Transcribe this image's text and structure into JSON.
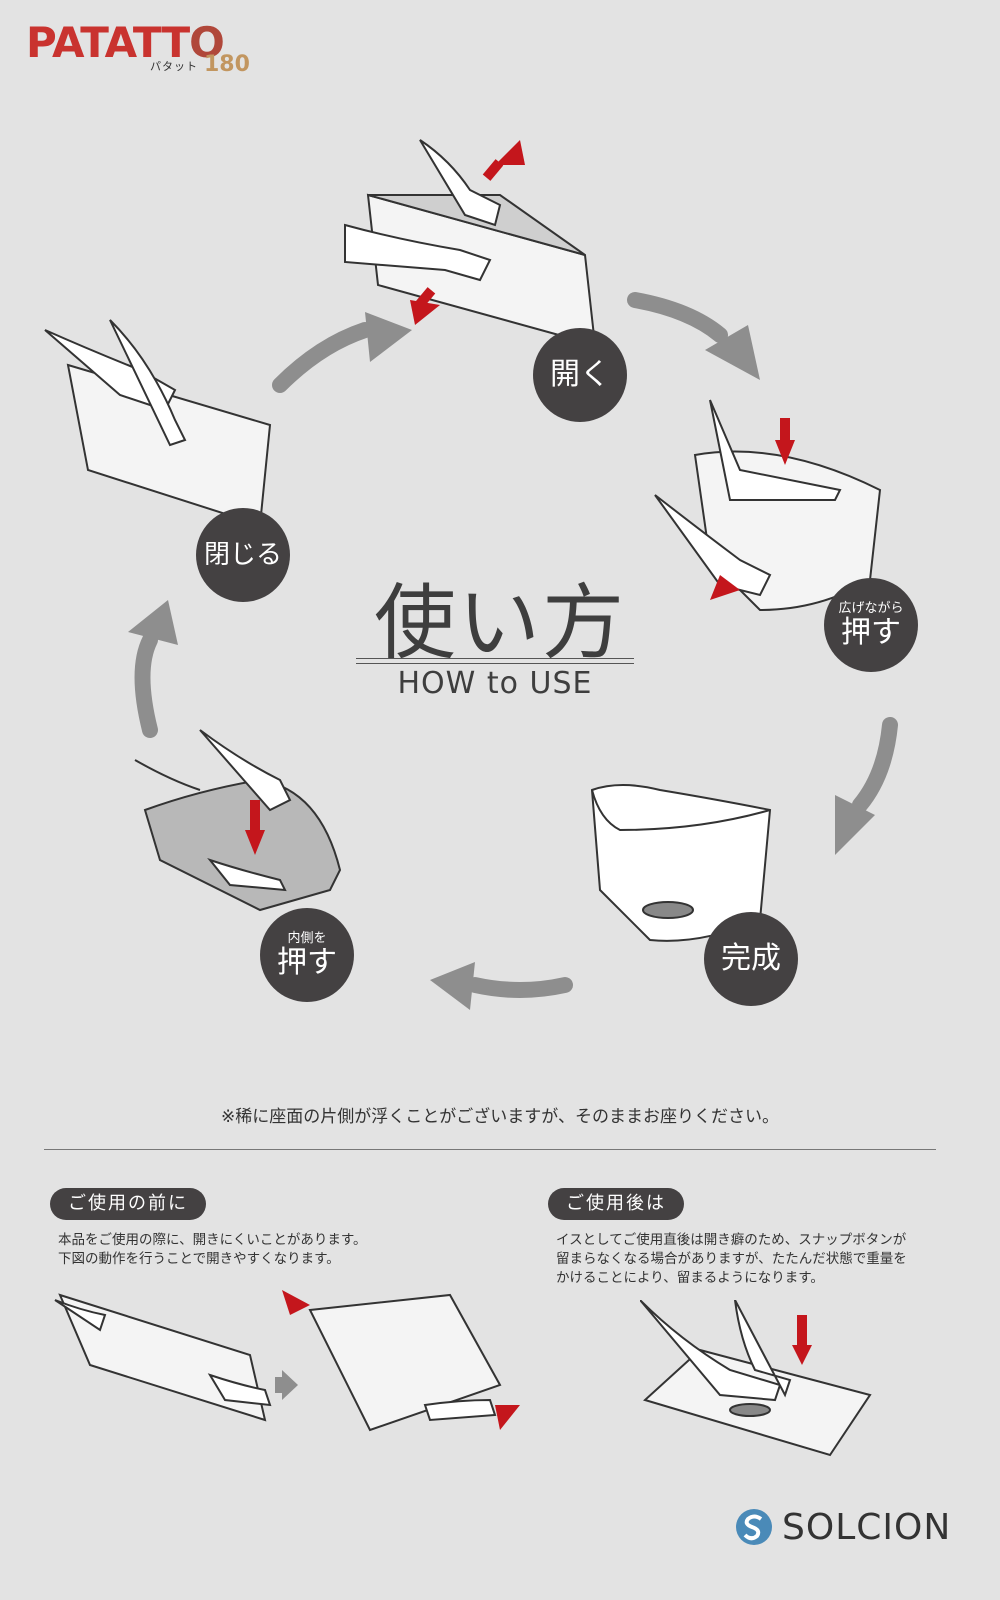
{
  "logo": {
    "main": "PATATTO",
    "katakana": "パタット",
    "number": "180"
  },
  "steps": {
    "open": {
      "label": "開く"
    },
    "push_spread": {
      "small": "広げながら",
      "label": "押す"
    },
    "complete": {
      "label": "完成"
    },
    "push_inside": {
      "small": "内側を",
      "label": "押す"
    },
    "close": {
      "label": "閉じる"
    }
  },
  "title": {
    "jp": "使い方",
    "en": "HOW to USE"
  },
  "note": "※稀に座面の片側が浮くことがございますが、そのままお座りください。",
  "before": {
    "label": "ご使用の前に",
    "text_1": "本品をご使用の際に、開きにくいことがあります。",
    "text_2": "下図の動作を行うことで開きやすくなります。"
  },
  "after": {
    "label": "ご使用後は",
    "text_1": "イスとしてご使用直後は開き癖のため、スナップボタンが",
    "text_2": "留まらなくなる場合がありますが、たたんだ状態で重量を",
    "text_3": "かけることにより、留まるようになります。"
  },
  "brand": {
    "name": "SOLCION"
  },
  "colors": {
    "arrow_red": "#c4161c",
    "arrow_gray": "#8e8e8e",
    "circle": "#444142",
    "logo_red": "#c9332f",
    "logo_gold": "#c29660"
  }
}
